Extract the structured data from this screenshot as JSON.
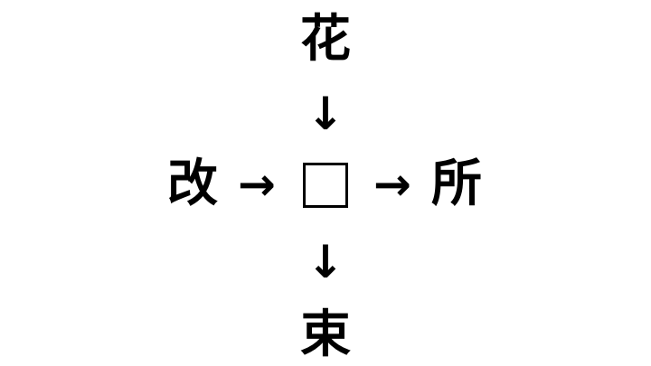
{
  "puzzle": {
    "top_char": "花",
    "left_char": "改",
    "right_char": "所",
    "bottom_char": "束",
    "arrow_down": "↓",
    "arrow_right": "→",
    "blank_symbol": "□"
  },
  "colors": {
    "text": "#000000",
    "background": "#ffffff"
  }
}
